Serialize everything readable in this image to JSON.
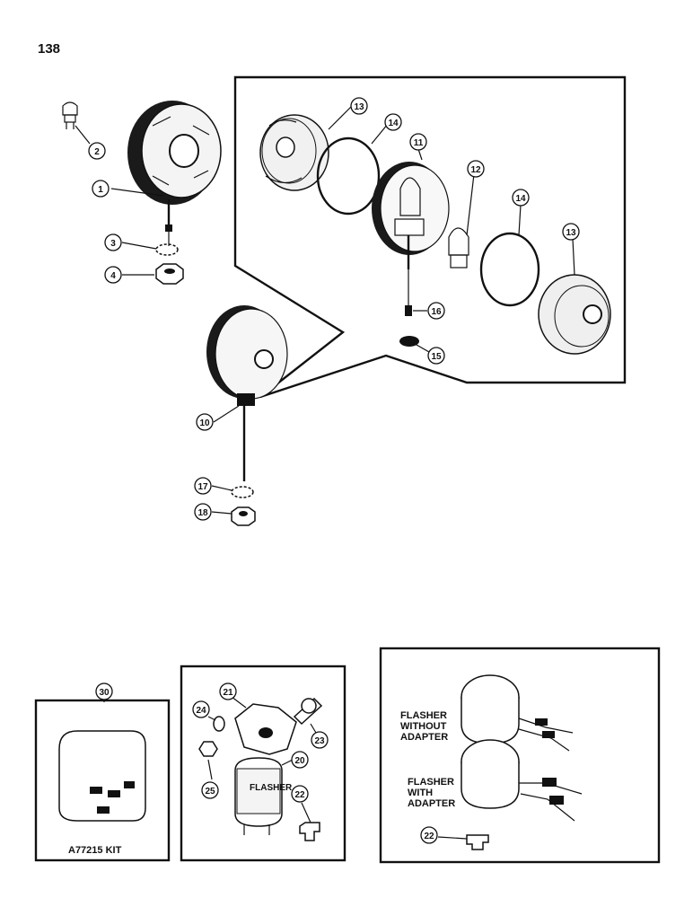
{
  "page": {
    "number": "138"
  },
  "callouts": [
    "1",
    "2",
    "3",
    "4",
    "10",
    "11",
    "12",
    "13",
    "14",
    "15",
    "16",
    "17",
    "18",
    "20",
    "21",
    "22",
    "23",
    "24",
    "25",
    "30"
  ],
  "labels": {
    "kit": "A77215 KIT",
    "flasher_without": [
      "FLASHER",
      "WITHOUT",
      "ADAPTER"
    ],
    "flasher_with": [
      "FLASHER",
      "WITH",
      "ADAPTER"
    ]
  },
  "module": {
    "text": [
      "FLASHER"
    ]
  }
}
